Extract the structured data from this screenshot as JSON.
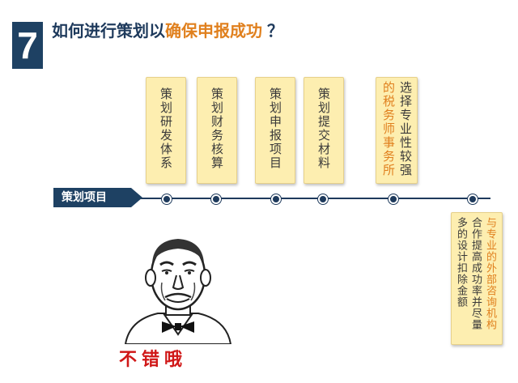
{
  "slide": {
    "number": "7",
    "title_part1": "如何进行策划以",
    "title_highlight": "确保申报成功",
    "title_end": "？"
  },
  "timeline": {
    "tag": "策划项目",
    "items": [
      {
        "text": "策划研发体系"
      },
      {
        "text": "策划财务核算"
      },
      {
        "text": "策划申报项目"
      },
      {
        "text": "策划提交材料"
      },
      {
        "col1": "选择专业性较强",
        "col2": "的税务师事务所"
      },
      {
        "col1": "与专业的外部咨询机构",
        "col2": "合作提高成功率并尽量",
        "col3": "多的设计扣除金额"
      }
    ]
  },
  "meme": {
    "caption": "不错哦"
  },
  "colors": {
    "navy": "#1e4163",
    "orange": "#e0801e",
    "card_fill": "#fdeeb0",
    "caption_red": "#d01818"
  }
}
